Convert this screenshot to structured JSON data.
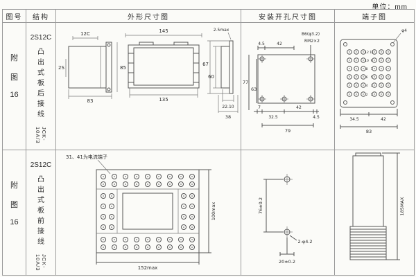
{
  "unit_label": "单位：mm",
  "headers": {
    "fig": "图号",
    "structure": "结构",
    "outline": "外形尺寸图",
    "install": "安装开孔尺寸图",
    "terminal": "端子图"
  },
  "row1": {
    "fig": [
      "附",
      "图",
      "16"
    ],
    "structure_code": "2S12C",
    "structure_chars": [
      "凸",
      "出",
      "式",
      "板",
      "后",
      "接",
      "线"
    ],
    "model": "JCK-10A/3",
    "outline": {
      "case_label": "12C",
      "case_side": "2S",
      "front_w": "83",
      "front_h": "85",
      "top_w": "145",
      "bot_w": "135",
      "h1": "67",
      "h2": "60",
      "side_t": "2.5max",
      "side_w1": "22.10",
      "side_w2": "38"
    },
    "install": {
      "d1": "4.5",
      "d2": "42",
      "d3": "B6(φ3.2)",
      "d4": "RM2×2",
      "h1": "77",
      "h2": "63",
      "b1": "7",
      "b2": "32.5",
      "b3": "42",
      "b4": "4.5",
      "b5": "79"
    },
    "terminal": {
      "hole": "φ4",
      "b1": "34.5",
      "b2": "42",
      "b3": "83",
      "numbers": [
        [
          "12",
          "11"
        ],
        [
          "10",
          "9"
        ],
        [
          "8",
          "7"
        ],
        [
          "6",
          "5"
        ],
        [
          "4",
          "3"
        ],
        [
          "2",
          "1"
        ]
      ]
    }
  },
  "row2": {
    "fig": [
      "附",
      "图",
      "16"
    ],
    "structure_code": "2S12C",
    "structure_chars": [
      "凸",
      "出",
      "式",
      "板",
      "前",
      "接",
      "线"
    ],
    "model": "JCK-10A/3",
    "outline": {
      "note": "31、41为电流端子",
      "h": "100max",
      "w": "152max"
    },
    "install": {
      "v": "76±0.2",
      "hole": "2-φ4.2",
      "b": "20±0.2"
    },
    "side": {
      "h": "185MAX"
    }
  }
}
